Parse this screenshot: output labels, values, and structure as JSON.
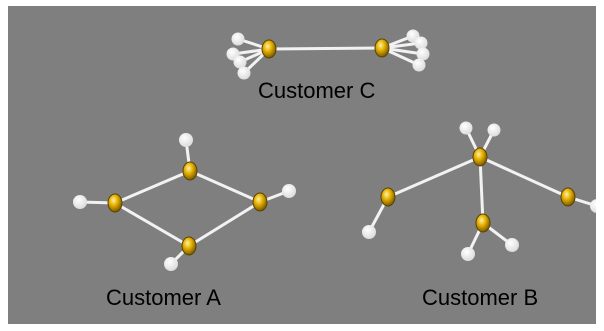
{
  "colors": {
    "background": "#7f7f7f",
    "edge": "#f2f2f2",
    "node_primary": "#e5b000",
    "node_leaf": "#f7f7f7"
  },
  "clusters": [
    {
      "id": "c",
      "label": "Customer C"
    },
    {
      "id": "a",
      "label": "Customer A"
    },
    {
      "id": "b",
      "label": "Customer B"
    }
  ]
}
